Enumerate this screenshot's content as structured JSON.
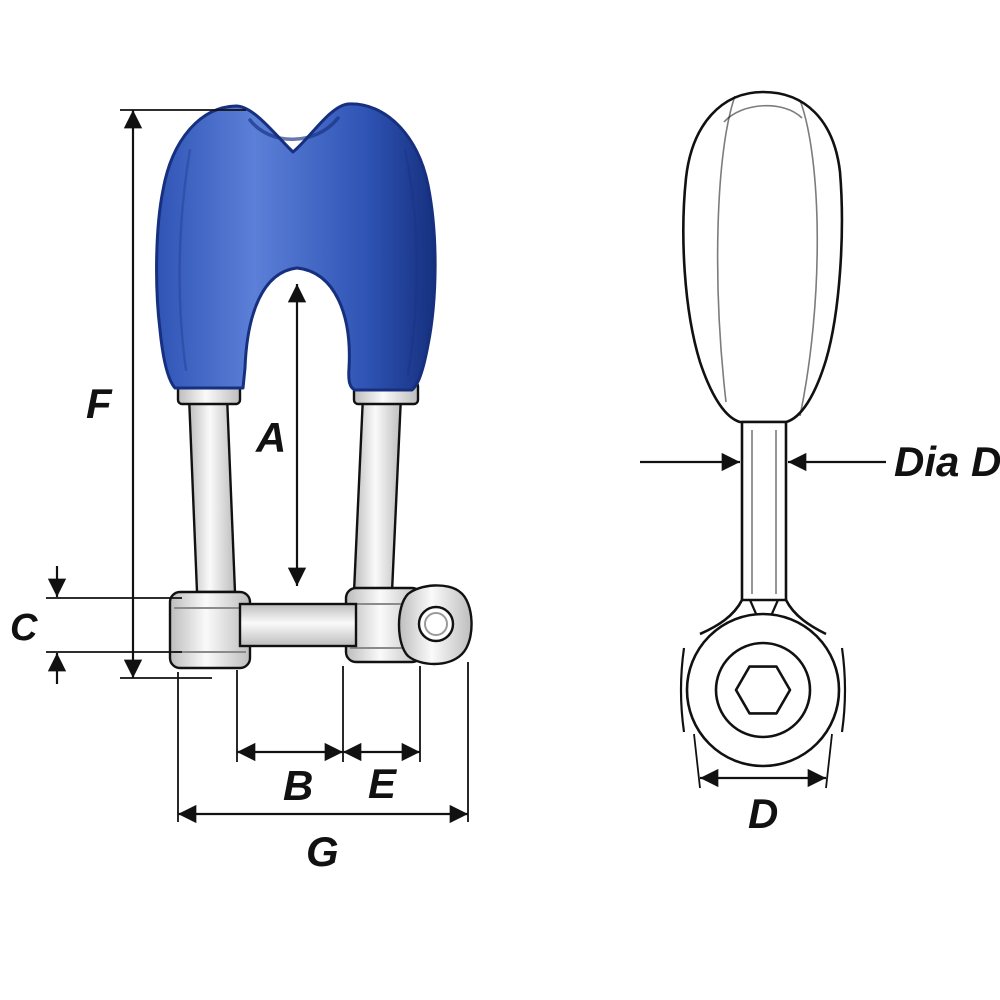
{
  "labels": {
    "A": "A",
    "B": "B",
    "C": "C",
    "D": "D",
    "E": "E",
    "F": "F",
    "G": "G",
    "dia_d": "Dia D"
  },
  "colors": {
    "thimble_blue": "#2f54b5",
    "thimble_blue_light": "#5c80d8",
    "thimble_blue_dark": "#16307f",
    "metal_light": "#fafafa",
    "metal_shade": "#bdbdbd",
    "line": "#111111",
    "background": "#ffffff"
  }
}
